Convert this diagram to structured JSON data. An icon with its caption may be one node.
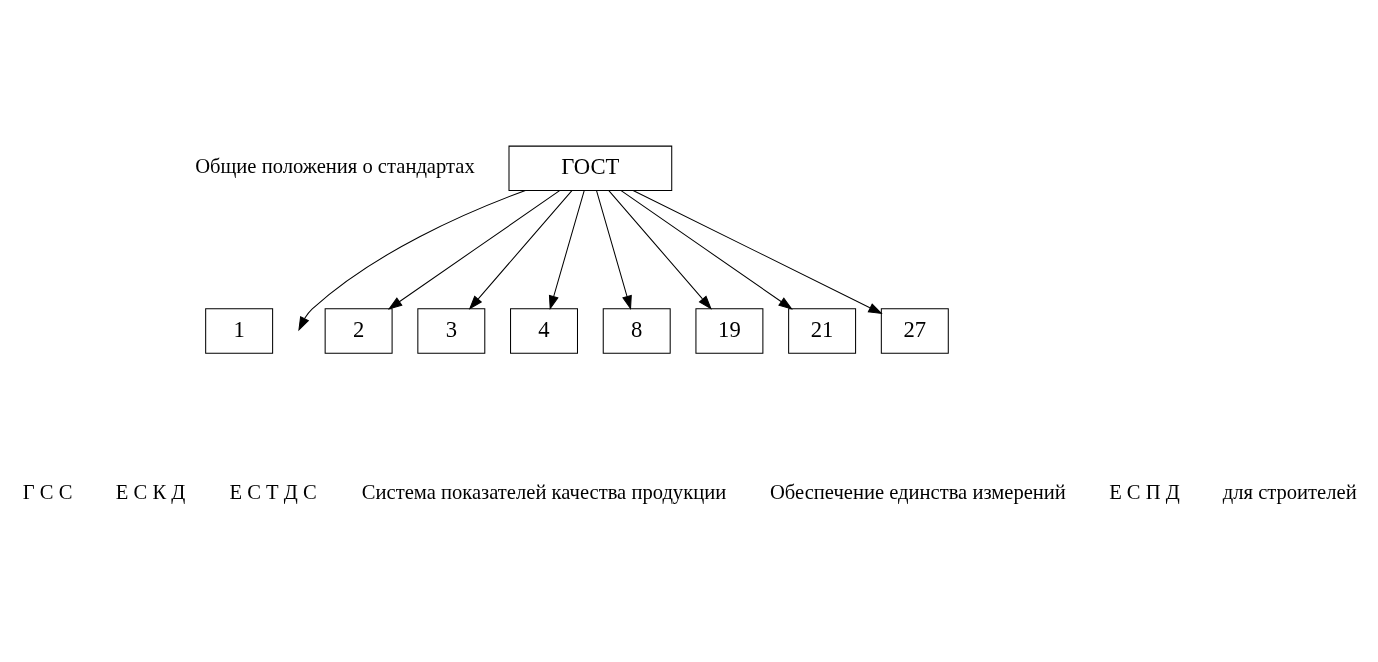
{
  "diagram": {
    "nodes": [
      {
        "text": [
          "ГОСТ"
        ]
      },
      {
        "text": [
          "1"
        ]
      },
      {
        "text": [
          "2"
        ]
      },
      {
        "text": [
          "3"
        ]
      },
      {
        "text": [
          "4"
        ]
      },
      {
        "text": [
          "8"
        ]
      },
      {
        "text": [
          "19"
        ]
      },
      {
        "text": [
          "21"
        ]
      },
      {
        "text": [
          "27"
        ]
      }
    ],
    "edges": [
      {
        "from": 0,
        "to": null,
        "arrow": "to"
      },
      {
        "from": 0,
        "to": 2,
        "arrow": "to"
      },
      {
        "from": 0,
        "to": 3,
        "arrow": "to"
      },
      {
        "from": 0,
        "to": 4,
        "arrow": "to"
      },
      {
        "from": 0,
        "to": 5,
        "arrow": "to"
      },
      {
        "from": 0,
        "to": 6,
        "arrow": "to"
      },
      {
        "from": 0,
        "to": 7,
        "arrow": "to"
      },
      {
        "from": 0,
        "to": 8,
        "arrow": "to"
      }
    ],
    "labels": [
      "Общие положения о стандартах",
      "Г С С",
      "Е С К Д",
      "Е С Т Д С",
      "Система показателей качества продукции",
      "Обеспечение единства измерений",
      "Е С П Д",
      "для строителей"
    ]
  }
}
